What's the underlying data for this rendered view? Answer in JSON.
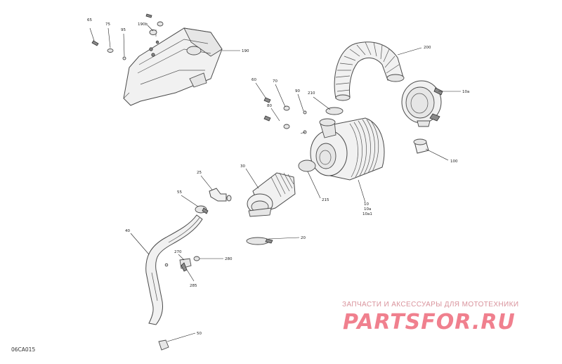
{
  "callouts": {
    "c65": "65",
    "c75": "75",
    "c95": "95",
    "c190b": "190b",
    "c190": "190",
    "c200": "200",
    "c10a_top": "10a",
    "c60": "60",
    "c70": "70",
    "c90": "90",
    "c210": "210",
    "c80": "80",
    "c100": "100",
    "c30": "30",
    "c25": "25",
    "c55": "55",
    "c215": "215",
    "c10": "10",
    "c10a": "10a",
    "c10a1": "10a1",
    "c40": "40",
    "c20": "20",
    "c270": "270",
    "c280": "280",
    "c285": "285",
    "c50": "50"
  },
  "diagram_code": "06CA015",
  "watermark": {
    "tagline": "ЗАПЧАСТИ И АКСЕССУАРЫ ДЛЯ МОТОТЕХНИКИ",
    "logo": "PARTSFOR.RU"
  }
}
